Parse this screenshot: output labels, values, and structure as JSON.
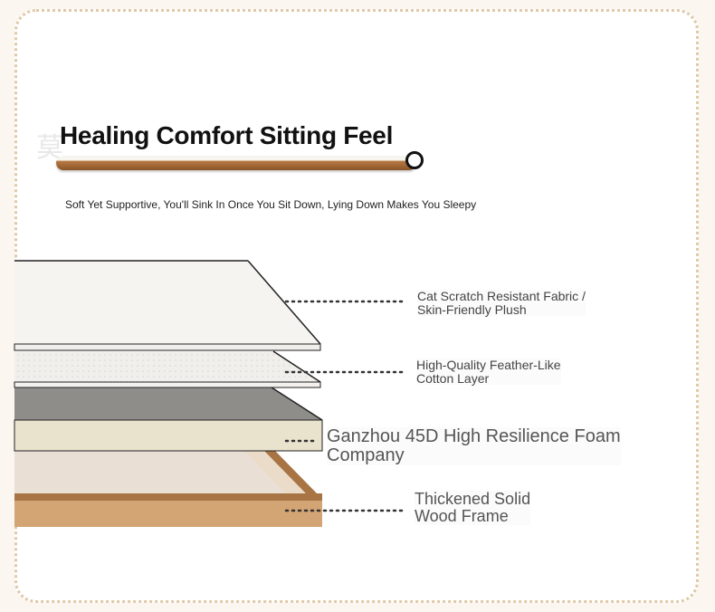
{
  "header": {
    "title": "Healing Comfort Sitting Feel",
    "subtitle": "Soft Yet Supportive, You'll Sink In Once You Sit Down, Lying Down Makes You Sleepy"
  },
  "layers": [
    {
      "label": "Cat Scratch Resistant Fabric /\nSkin-Friendly Plush"
    },
    {
      "label": "High-Quality Feather-Like\nCotton Layer"
    },
    {
      "label": "Ganzhou 45D High Resilience Foam\nCompany"
    },
    {
      "label": "Thickened Solid\nWood Frame"
    }
  ],
  "colors": {
    "fabric": "#f6f4f1",
    "cotton": "#f1efec",
    "foam_top": "#8e8d8a",
    "foam_side": "#e9e2cd",
    "wood": "#c79668",
    "wood_inner": "#e9dfd5"
  }
}
